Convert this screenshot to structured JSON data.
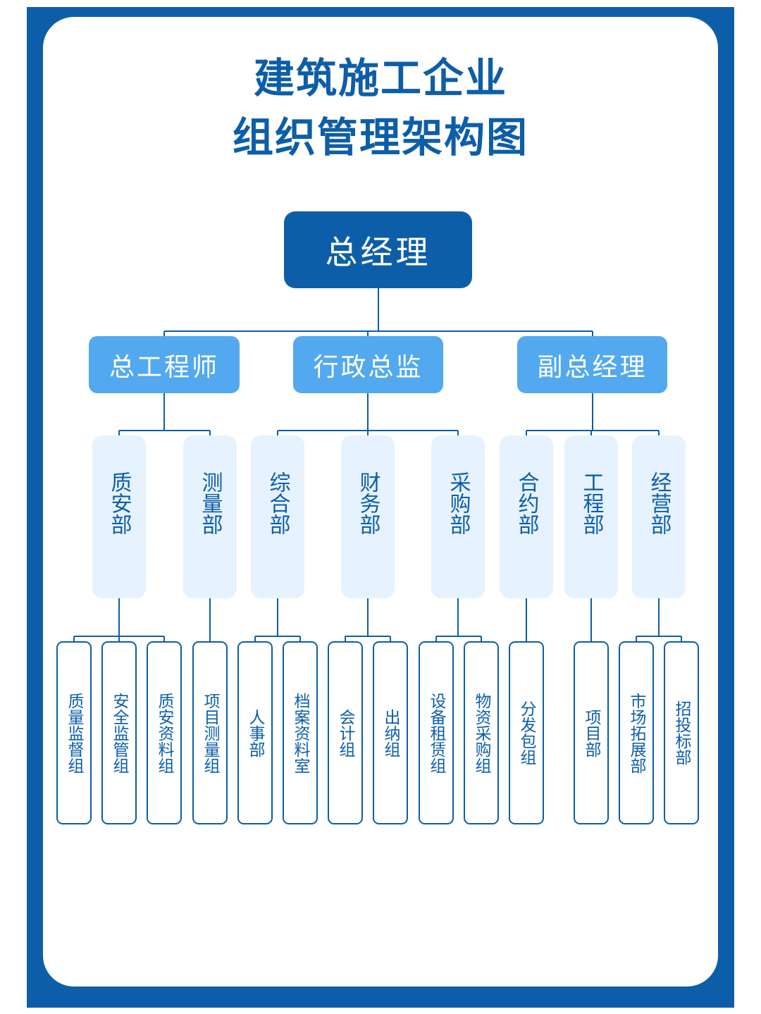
{
  "title": {
    "line1": "建筑施工企业",
    "line2": "组织管理架构图"
  },
  "colors": {
    "frame": "#0d5ea8",
    "top_node": "#0d5ea8",
    "level1_node": "#52a9ef",
    "level2_node": "#e6f2fd",
    "level3_border": "#0d5ea8",
    "connector": "#0d5ea8"
  },
  "root": {
    "label": "总经理",
    "children": [
      {
        "label": "总工程师",
        "children": [
          {
            "label": "质安部",
            "children": [
              "质量监督组",
              "安全监管组",
              "质安资料组"
            ]
          },
          {
            "label": "测量部",
            "children": [
              "项目测量组"
            ]
          }
        ]
      },
      {
        "label": "行政总监",
        "children": [
          {
            "label": "综合部",
            "children": [
              "人事部",
              "档案资料室"
            ]
          },
          {
            "label": "财务部",
            "children": [
              "会计组",
              "出纳组"
            ]
          },
          {
            "label": "采购部",
            "children": [
              "设备租赁组",
              "物资采购组"
            ]
          }
        ]
      },
      {
        "label": "副总经理",
        "children": [
          {
            "label": "合约部",
            "children": [
              "分发包组"
            ]
          },
          {
            "label": "工程部",
            "children": [
              "项目部"
            ]
          },
          {
            "label": "经营部",
            "children": [
              "市场拓展部",
              "招投标部"
            ]
          }
        ]
      }
    ]
  }
}
